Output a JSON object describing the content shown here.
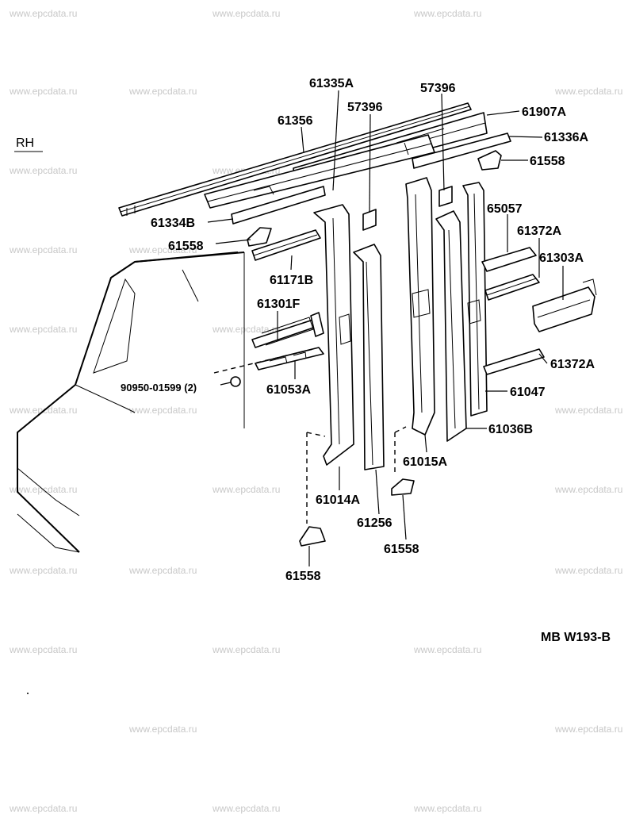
{
  "side_label": "RH",
  "diagram_code": "MB W193-B",
  "watermark_text": "www.epcdata.ru",
  "callouts": {
    "p61335A": "61335A",
    "p57396a": "57396",
    "p57396b": "57396",
    "p61356": "61356",
    "p61907A": "61907A",
    "p61336A": "61336A",
    "p61558a": "61558",
    "p61334B": "61334B",
    "p61558b": "61558",
    "p65057": "65057",
    "p61372Aa": "61372A",
    "p61303A": "61303A",
    "p61171B": "61171B",
    "p61301F": "61301F",
    "p90950": "90950-01599 (2)",
    "p61053A": "61053A",
    "p61372Ab": "61372A",
    "p61047": "61047",
    "p61036B": "61036B",
    "p61015A": "61015A",
    "p61014A": "61014A",
    "p61256": "61256",
    "p61558c": "61558",
    "p61558d": "61558"
  }
}
